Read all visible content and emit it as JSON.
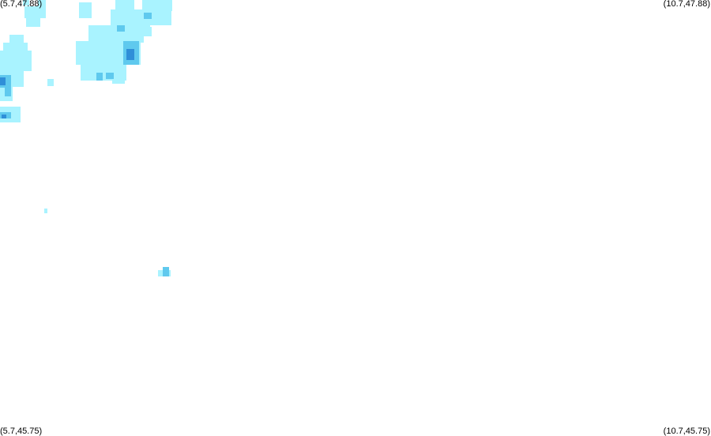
{
  "corners": {
    "top_left": "(5.7,47.88)",
    "top_right": "(10.7,47.88)",
    "bottom_left": "(5.7,45.75)",
    "bottom_right": "(10.7,45.75)"
  },
  "colors": {
    "background": "#ffffff",
    "light": "#a9f3ff",
    "medium": "#5fc9ee",
    "strong": "#2f8fd8"
  }
}
